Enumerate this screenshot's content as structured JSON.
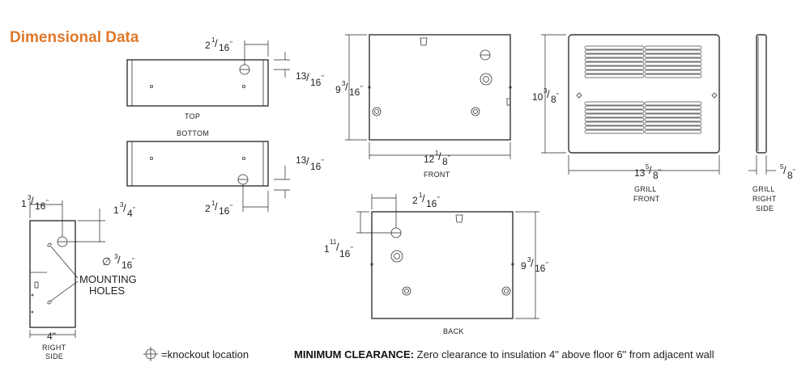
{
  "title": "Dimensional Data",
  "labels": {
    "top": "TOP",
    "bottom": "BOTTOM",
    "front": "FRONT",
    "back": "BACK",
    "grill_front_1": "GRILL",
    "grill_front_2": "FRONT",
    "grill_side_1": "GRILL",
    "grill_side_2": "RIGHT",
    "grill_side_3": "SIDE",
    "right_side_1": "RIGHT",
    "right_side_2": "SIDE",
    "mounting_1": "MOUNTING",
    "mounting_2": "HOLES"
  },
  "dimensions": {
    "top_width": {
      "whole": "2",
      "num": "1",
      "den": "16"
    },
    "top_depth": {
      "whole": "13",
      "num": "",
      "den": "16"
    },
    "bottom_depth": {
      "whole": "13",
      "num": "",
      "den": "16"
    },
    "bottom_width": {
      "whole": "2",
      "num": "1",
      "den": "16"
    },
    "front_height": {
      "whole": "9",
      "num": "3",
      "den": "16"
    },
    "front_width": {
      "whole": "12",
      "num": "1",
      "den": "8"
    },
    "grill_height": {
      "whole": "10",
      "num": "3",
      "den": "8"
    },
    "grill_width": {
      "whole": "13",
      "num": "5",
      "den": "8"
    },
    "grill_depth": {
      "whole": "",
      "num": "5",
      "den": "8"
    },
    "side_offset_x": {
      "whole": "1",
      "num": "3",
      "den": "16"
    },
    "side_offset_y": {
      "whole": "1",
      "num": "3",
      "den": "4"
    },
    "hole_diameter": {
      "whole": "",
      "num": "3",
      "den": "16"
    },
    "side_width": "4\"",
    "back_width": {
      "whole": "2",
      "num": "1",
      "den": "16"
    },
    "back_offset_y": {
      "whole": "1",
      "num": "11",
      "den": "16"
    },
    "back_height": {
      "whole": "9",
      "num": "3",
      "den": "16"
    },
    "diameter_symbol": "∅",
    "inch_mark": "\""
  },
  "legend": {
    "knockout": "=knockout location"
  },
  "clearance": {
    "heading": "MINIMUM CLEARANCE:",
    "text": " Zero clearance to insulation 4\" above floor 6\" from adjacent wall"
  }
}
